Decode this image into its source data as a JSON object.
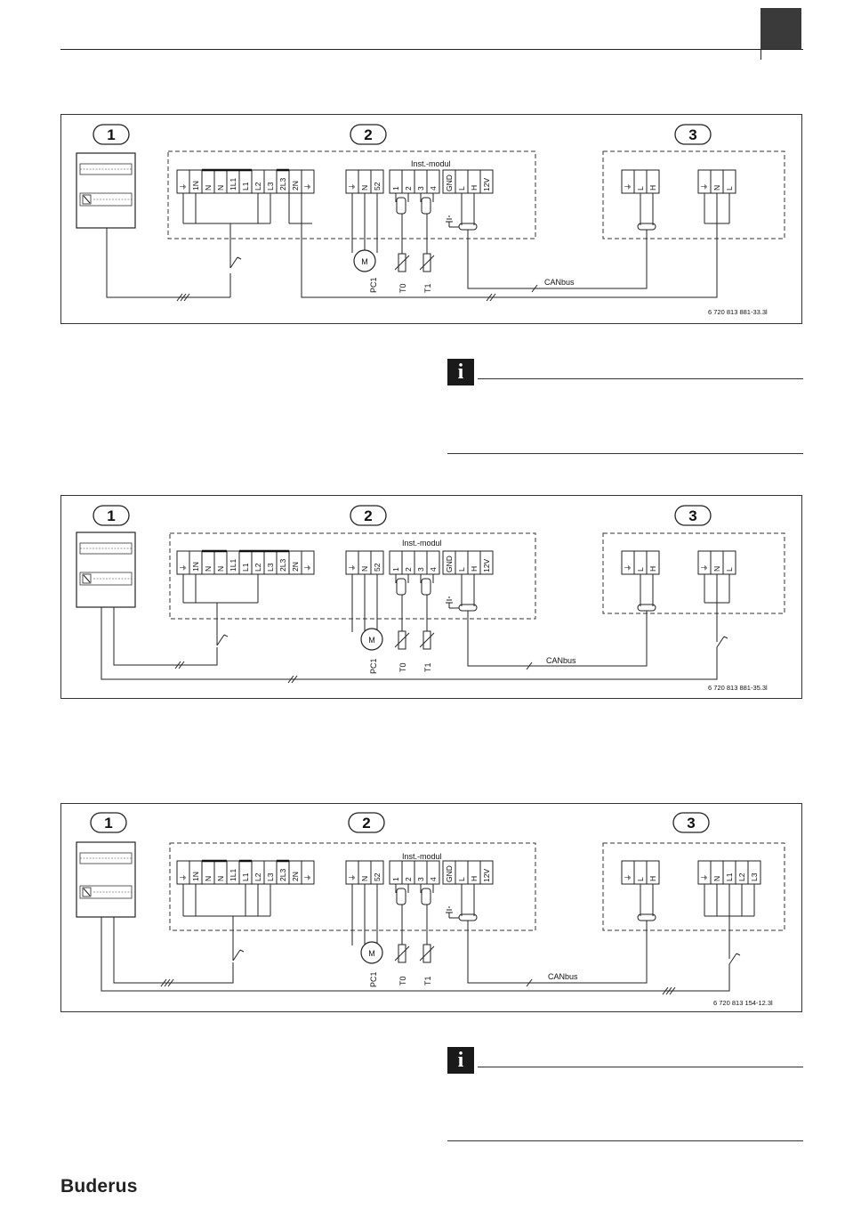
{
  "brand": {
    "logo_text": "Buderus"
  },
  "diagrams": [
    {
      "figure_code": "6 720 813 881-33.3l",
      "callouts": [
        "1",
        "2",
        "3"
      ],
      "terminals_main": [
        "⏚",
        "1N",
        "N",
        "N",
        "1L1",
        "L1",
        "L2",
        "L3",
        "2L3",
        "2N",
        "⏚"
      ],
      "terminals_motor": [
        "⏚",
        "N",
        "52"
      ],
      "module_label": "Inst.-modul",
      "terminals_module": [
        "1",
        "2",
        "3",
        "4",
        "GND",
        "L",
        "H",
        "12V"
      ],
      "terminals_ext_a": [
        "⏚",
        "L",
        "H"
      ],
      "terminals_ext_b": [
        "⏚",
        "N",
        "L"
      ],
      "motor_label": "M",
      "sensor_labels": [
        "PC1",
        "T0",
        "T1"
      ],
      "bus_label": "CANbus"
    },
    {
      "figure_code": "6 720 813 881-35.3l",
      "callouts": [
        "1",
        "2",
        "3"
      ],
      "terminals_main": [
        "⏚",
        "1N",
        "N",
        "N",
        "1L1",
        "L1",
        "L2",
        "L3",
        "2L3",
        "2N",
        "⏚"
      ],
      "terminals_motor": [
        "⏚",
        "N",
        "52"
      ],
      "module_label": "Inst.-modul",
      "terminals_module": [
        "1",
        "2",
        "3",
        "4",
        "GND",
        "L",
        "H",
        "12V"
      ],
      "terminals_ext_a": [
        "⏚",
        "L",
        "H"
      ],
      "terminals_ext_b": [
        "⏚",
        "N",
        "L"
      ],
      "motor_label": "M",
      "sensor_labels": [
        "PC1",
        "T0",
        "T1"
      ],
      "bus_label": "CANbus"
    },
    {
      "figure_code": "6 720 813 154-12.3l",
      "callouts": [
        "1",
        "2",
        "3"
      ],
      "terminals_main": [
        "⏚",
        "1N",
        "N",
        "N",
        "1L1",
        "L1",
        "L2",
        "L3",
        "2L3",
        "2N",
        "⏚"
      ],
      "terminals_motor": [
        "⏚",
        "N",
        "52"
      ],
      "module_label": "Inst.-modul",
      "terminals_module": [
        "1",
        "2",
        "3",
        "4",
        "GND",
        "L",
        "H",
        "12V"
      ],
      "terminals_ext_a": [
        "⏚",
        "L",
        "H"
      ],
      "terminals_ext_b": [
        "⏚",
        "N",
        "L1",
        "L2",
        "L3"
      ],
      "motor_label": "M",
      "sensor_labels": [
        "PC1",
        "T0",
        "T1"
      ],
      "bus_label": "CANbus"
    }
  ],
  "info_notes": [
    {
      "icon": "i"
    },
    {
      "icon": "i"
    }
  ]
}
